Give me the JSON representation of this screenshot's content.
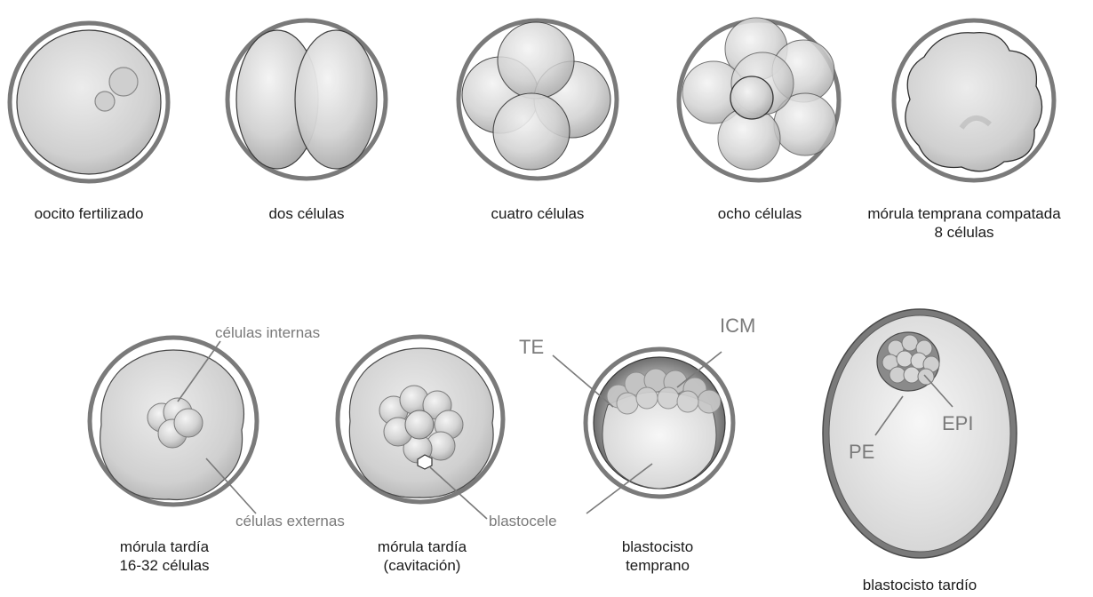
{
  "stages": [
    {
      "id": "fertilized",
      "caption": [
        "oocito fertilizado"
      ]
    },
    {
      "id": "two",
      "caption": [
        "dos células"
      ]
    },
    {
      "id": "four",
      "caption": [
        "cuatro células"
      ]
    },
    {
      "id": "eight",
      "caption": [
        "ocho células"
      ]
    },
    {
      "id": "early-morula",
      "caption": [
        "mórula temprana compatada",
        "8 células"
      ]
    },
    {
      "id": "late-morula",
      "caption": [
        "mórula tardía",
        "16-32 células"
      ]
    },
    {
      "id": "cavitation",
      "caption": [
        "mórula tardía",
        "(cavitación)"
      ]
    },
    {
      "id": "early-blastocyst",
      "caption": [
        "blastocisto",
        "temprano"
      ]
    },
    {
      "id": "late-blastocyst",
      "caption": [
        "blastocisto tardío"
      ]
    }
  ],
  "labels": {
    "inner_cells": "células internas",
    "outer_cells": "células externas",
    "blastocoel": "blastocele",
    "te": "TE",
    "icm": "ICM",
    "pe": "PE",
    "epi": "EPI"
  }
}
